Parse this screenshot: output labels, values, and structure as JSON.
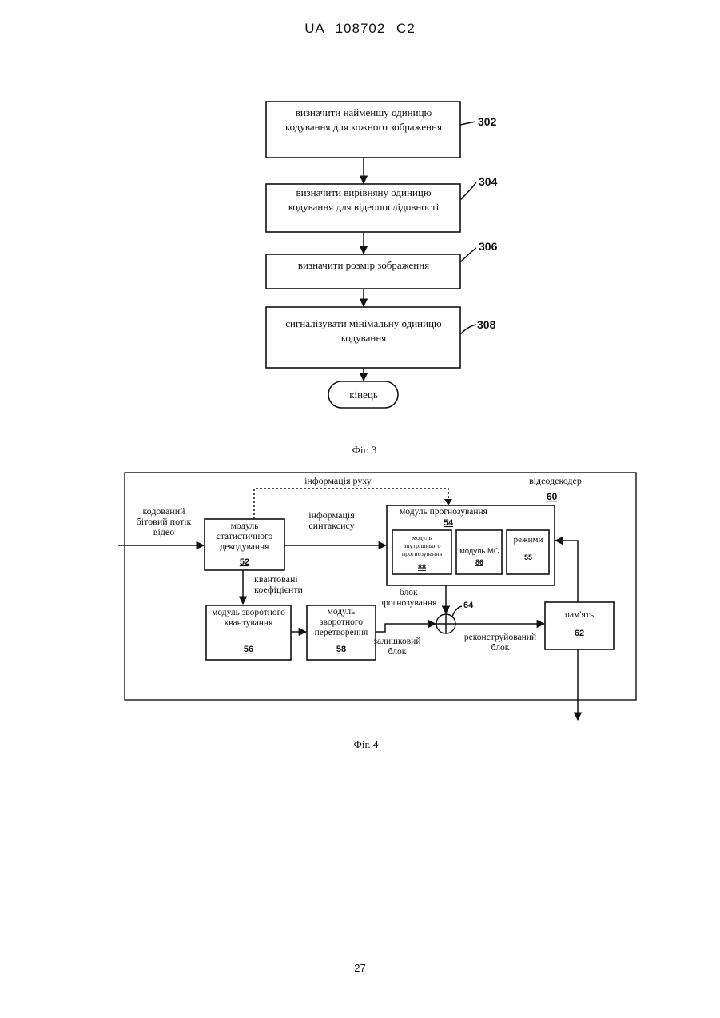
{
  "header": {
    "text": "UA   108702   C2"
  },
  "figure3": {
    "caption": "Фіг. 3",
    "steps": [
      {
        "line1": "визначити найменшу одиницю",
        "line2": "кодування для кожного зображення",
        "ref": "302"
      },
      {
        "line1": "визначити вирівняну одиницю",
        "line2": "кодування для відеопослідовності",
        "ref": "304"
      },
      {
        "line1": "визначити розмір зображення",
        "ref": "306"
      },
      {
        "line1": "сигналізувати мінімальну одиницю",
        "line2": "кодування",
        "ref": "308"
      }
    ],
    "end_label": "кінець"
  },
  "figure4": {
    "caption": "Фіг. 4",
    "decoder_label": "відеодекодер",
    "decoder_ref": "60",
    "input_label": {
      "line1": "кодований",
      "line2": "бітовий потік",
      "line3": "відео"
    },
    "motion_info_label": "інформація руху",
    "syntax_info_label": {
      "line1": "інформація",
      "line2": "синтаксису"
    },
    "entropy_module": {
      "line1": "модуль",
      "line2": "статистичного",
      "line3": "декодування",
      "ref": "52"
    },
    "quant_coeff_label": {
      "line1": "квантовані",
      "line2": "коефіцієнти"
    },
    "prediction_module": {
      "title": "модуль прогнозування",
      "ref": "54"
    },
    "intra_module": {
      "line1": "модуль",
      "line2": "внутрішнього",
      "line3": "прогнозування",
      "ref": "88"
    },
    "mc_module": {
      "label": "модуль МС",
      "ref": "86"
    },
    "modes": {
      "label": "режими",
      "ref": "55"
    },
    "pred_block_label": {
      "line1": "блок",
      "line2": "прогнозування"
    },
    "summer_ref": "64",
    "inverse_quant_module": {
      "line1": "модуль зворотного",
      "line2": "квантування",
      "ref": "56"
    },
    "inverse_transform_module": {
      "line1": "модуль",
      "line2": "зворотного",
      "line3": "перетворення",
      "ref": "58"
    },
    "residual_label": {
      "line1": "залишковий",
      "line2": "блок"
    },
    "reconstructed_label": {
      "line1": "реконструйований",
      "line2": "блок"
    },
    "memory_module": {
      "label": "пам'ять",
      "ref": "62"
    }
  },
  "page_number": "27"
}
